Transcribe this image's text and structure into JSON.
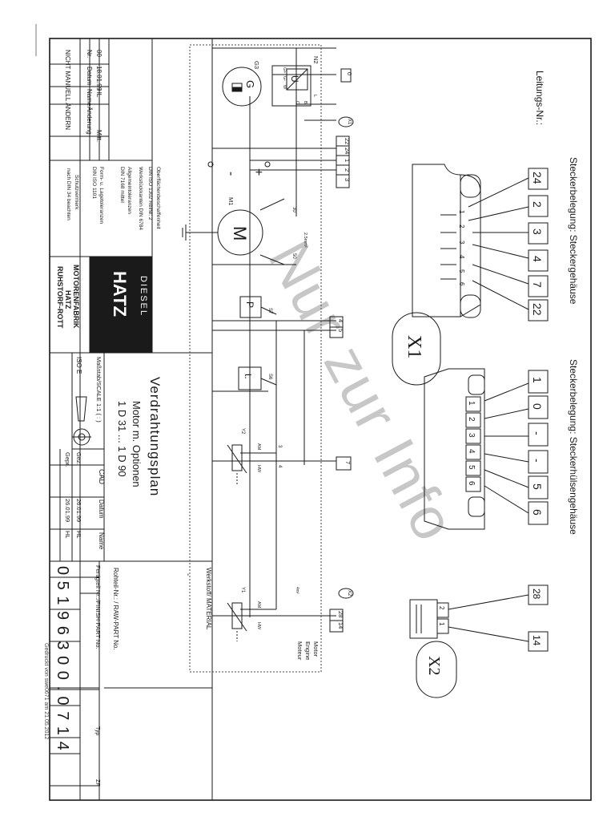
{
  "page": {
    "background": "#ffffff",
    "ink": "#1a1a1a",
    "watermark_color": "#9a9a9a"
  },
  "watermark": "Nur zur Info",
  "header": {
    "line_no_label": "Leitungs-Nr.:",
    "x1_housing_label": "Steckerbelegung: Steckergehäuse",
    "x1_sleeve_label": "Steckerbelegung: Steckerhülsengehäuse"
  },
  "connector_x1": {
    "name": "X1",
    "housing_boxes": [
      "24",
      "2",
      "3",
      "4",
      "7",
      "22"
    ],
    "housing_pins": [
      "1",
      "2",
      "3",
      "4",
      "5",
      "6"
    ],
    "sleeve_boxes": [
      "1",
      "0",
      "-",
      "-",
      "5",
      "6"
    ],
    "sleeve_pins": [
      "1",
      "2",
      "3",
      "4",
      "5",
      "6"
    ]
  },
  "connector_x2": {
    "name": "X2",
    "boxes": [
      "28",
      "14"
    ],
    "pins": [
      "2",
      "1"
    ]
  },
  "schematic": {
    "strip_x1_top": [
      "22",
      "24",
      "1",
      "2",
      "3"
    ],
    "strip_x1_label": "X1",
    "box_0": "0",
    "strip_4_5": [
      "4",
      "5"
    ],
    "box_7": "7",
    "strip_x2": [
      "28",
      "14"
    ],
    "strip_x2_label": "X2",
    "n2_label": "N2",
    "n2_pins": [
      "G+",
      "G-",
      "W",
      "L",
      "B",
      "C"
    ],
    "g3_label": "G3",
    "g3_symbol": "G",
    "u_symbol": "U",
    "m1_label": "M1",
    "m_symbol": "M",
    "batt_minus": "-",
    "batt_plus": "+",
    "motor_30": "30",
    "motor_50": "50",
    "wire_25": "2.5mm²",
    "s7_label": "S7",
    "s7_symbol": "P",
    "s6_label": "S6",
    "s6_symbol": "t.",
    "y2_label": "Y2",
    "y1_label": "Y1",
    "am_label": "AM",
    "hw_label": "HW",
    "pin_3": "3",
    "pin_4": "4",
    "wire_4m": "4m²",
    "motor_text": [
      "Motor",
      "Engine",
      "Moteur"
    ]
  },
  "title_block": {
    "rev_headers": [
      "Nr.",
      "Datum",
      "Name",
      "Änderung",
      "Mitt."
    ],
    "rev_row": [
      "00",
      "18.01.99",
      "HL",
      "",
      ""
    ],
    "no_change": "NICHT MANUELL ÄNDERN",
    "surface": [
      "Oberflächenbeschaffenheit",
      "DIN ISO 1302 Reihe: 2"
    ],
    "edges": "Werkstückkanten DIN 6784",
    "tolerances": [
      "Allgemeintoleranzen",
      "DIN 7168 mittel"
    ],
    "form_tol": [
      "Form- u. Lagetoleranzen",
      "DIN ISO 1101"
    ],
    "protection": [
      "Schutzvermerk",
      "nach DIN 34 beachten"
    ],
    "logo": "HATZ",
    "logo_sub": "DIESEL",
    "company": [
      "MOTORENFABRIK",
      "HATZ",
      "RUHSTORF-ROTT"
    ],
    "scale": "Maßstab/SCALE 1:1   ( : )",
    "iso": "ISO E",
    "cad_headers": [
      "",
      "CAD",
      "Datum",
      "Name"
    ],
    "cad_rows": [
      [
        "Gez.",
        "26.01.99",
        "HL"
      ],
      [
        "Gepr.",
        "26.01.99",
        "HL"
      ]
    ],
    "title": "Verdrahtungsplan",
    "subtitle": "Motor m. Optionen",
    "range": "1 D 31 ... 1 D 90",
    "material": "Werkstoff/ MATERIAL",
    "dash": "-",
    "raw_part": "Rohteil-Nr.: / RAW-PART No.",
    "finish_part": "Fertigteil Nr.:/FINISH-PART No.",
    "typ": "Typ",
    "zf": "ZF",
    "number": "0 5 1 9 6 3 0 0 . 0 7 1 4",
    "printed": "Gedruckt von swe0671 am 21.05.2012"
  }
}
